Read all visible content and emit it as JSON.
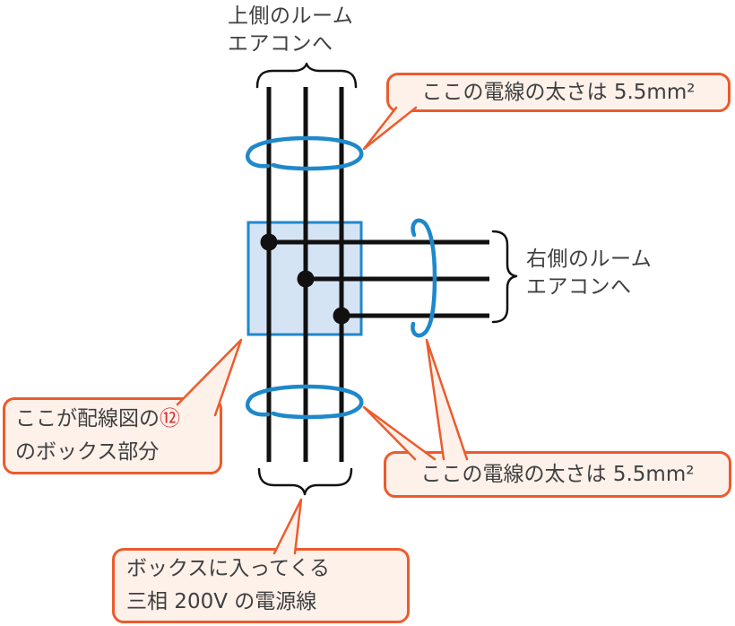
{
  "palette": {
    "wire_black": "#111111",
    "tie_blue": "#1e88cb",
    "box_fill": "#d5e4f5",
    "box_border": "#1f88cb",
    "callout_border": "#ec5b2d",
    "callout_fill": "#fdf1ea",
    "text_gray": "#3f3f3f",
    "mark_red": "#dc2f32"
  },
  "diagram": {
    "top_label": {
      "line1": "上側のルーム",
      "line2": "エアコンへ"
    },
    "right_label": {
      "line1": "右側のルーム",
      "line2": "エアコンへ"
    },
    "callouts": {
      "upper_wire": {
        "text": "ここの電線の太さは 5.5mm²"
      },
      "box": {
        "line1_prefix": "ここが配線図の",
        "circled_mark": "⑫",
        "line2": "のボックス部分"
      },
      "lower_wire": {
        "text": "ここの電線の太さは 5.5mm²"
      },
      "power": {
        "line1": "ボックスに入ってくる",
        "line2": "三相 200V の電源線"
      }
    }
  }
}
